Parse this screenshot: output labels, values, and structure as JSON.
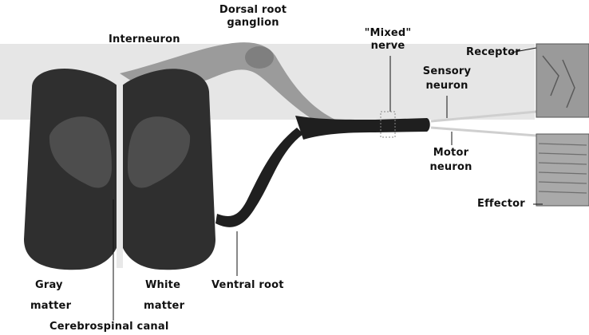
{
  "labels": {
    "interneuron": "Interneuron",
    "dorsal_root_ganglion_line1": "Dorsal root",
    "dorsal_root_ganglion_line2": "ganglion",
    "mixed_nerve_line1": "\"Mixed\"",
    "mixed_nerve_line2": "nerve",
    "receptor": "Receptor",
    "sensory_neuron_line1": "Sensory",
    "sensory_neuron_line2": "neuron",
    "motor_neuron_line1": "Motor",
    "motor_neuron_line2": "neuron",
    "effector": "Effector",
    "gray_matter_line1": "Gray",
    "gray_matter_line2": "matter",
    "white_matter_line1": "White",
    "white_matter_line2": "matter",
    "ventral_root": "Ventral root",
    "cerebrospinal_canal": "Cerebrospinal canal"
  },
  "colors": {
    "cord_dark": "#2f2f2f",
    "gray_matter": "#4a4a4a",
    "nerve": "#1f1f1f",
    "ganglion": "#8c8c8c",
    "receptor_tissue": "#9a9a9a",
    "effector_tissue": "#a9a9a9"
  }
}
